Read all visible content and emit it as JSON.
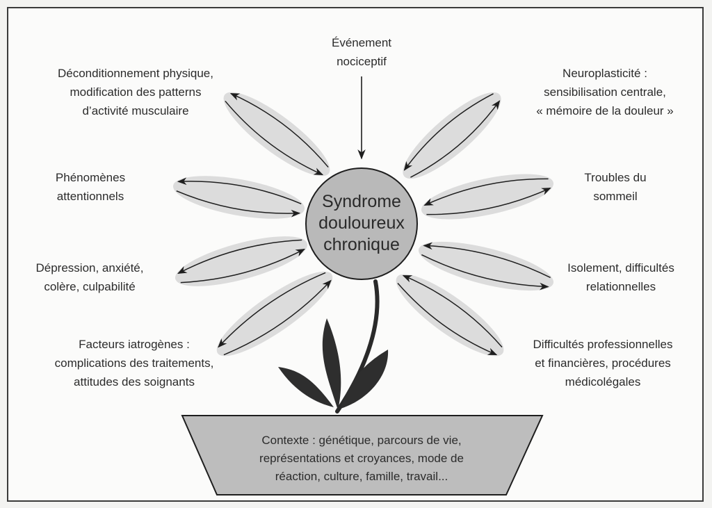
{
  "center": {
    "text": "Syndrome\ndouloureux\nchronique"
  },
  "top_event": {
    "text": "Événement\nnociceptif"
  },
  "factors": {
    "deconditionnement": "Déconditionnement physique,\nmodification des patterns\nd’activité musculaire",
    "neuroplasticite": "Neuroplasticité :\nsensibilisation centrale,\n« mémoire de la douleur »",
    "attentionnels": "Phénomènes\nattentionnels",
    "sommeil": "Troubles du\nsommeil",
    "depression": "Dépression, anxiété,\ncolère, culpabilité",
    "isolement": "Isolement, difficultés\nrelationnelles",
    "iatrogenes": "Facteurs iatrogènes :\ncomplications des traitements,\nattitudes des soignants",
    "professionnelles": "Difficultés professionnelles\net financières, procédures\nmédicolégales"
  },
  "pot": {
    "text": "Contexte : génétique, parcours de vie,\nreprésentations et croyances, mode de\nréaction, culture, famille, travail..."
  },
  "colors": {
    "petal_fill": "#dcdcdc",
    "center_fill": "#b9b9b9",
    "pot_fill": "#bdbdbd",
    "leaf_fill": "#2e2e2e",
    "stroke": "#1e1e1e"
  }
}
